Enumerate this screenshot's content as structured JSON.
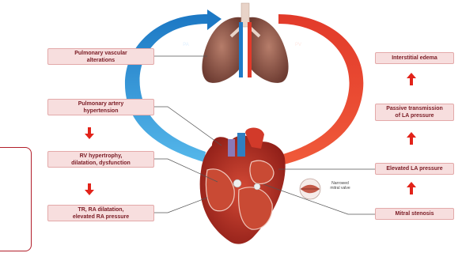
{
  "left_boxes": [
    {
      "id": "pva",
      "lines": [
        "Pulmonary vascular",
        "alterations"
      ]
    },
    {
      "id": "pah",
      "lines": [
        "Pulmonary artery",
        "hypertension"
      ]
    },
    {
      "id": "rv",
      "lines": [
        "RV hypertrophy,",
        "dilatation, dysfunction"
      ]
    },
    {
      "id": "tr",
      "lines": [
        "TR, RA dilatation,",
        "elevated RA pressure"
      ]
    }
  ],
  "right_boxes": [
    {
      "id": "ie",
      "lines": [
        "Interstitial edema"
      ]
    },
    {
      "id": "pt",
      "lines": [
        "Passive transmission",
        "of LA pressure"
      ]
    },
    {
      "id": "ela",
      "lines": [
        "Elevated LA pressure"
      ]
    },
    {
      "id": "ms",
      "lines": [
        "Mitral stenosis"
      ]
    }
  ],
  "arc_labels": {
    "left": "PA",
    "right": "PV"
  },
  "valve_label": [
    "Narrowed",
    "mitral valve"
  ],
  "colors": {
    "arrow_red": "#e2231a",
    "box_fill": "#f7dede",
    "box_text": "#7a1b24",
    "blue": "#2a93d5",
    "red": "#e03527"
  }
}
